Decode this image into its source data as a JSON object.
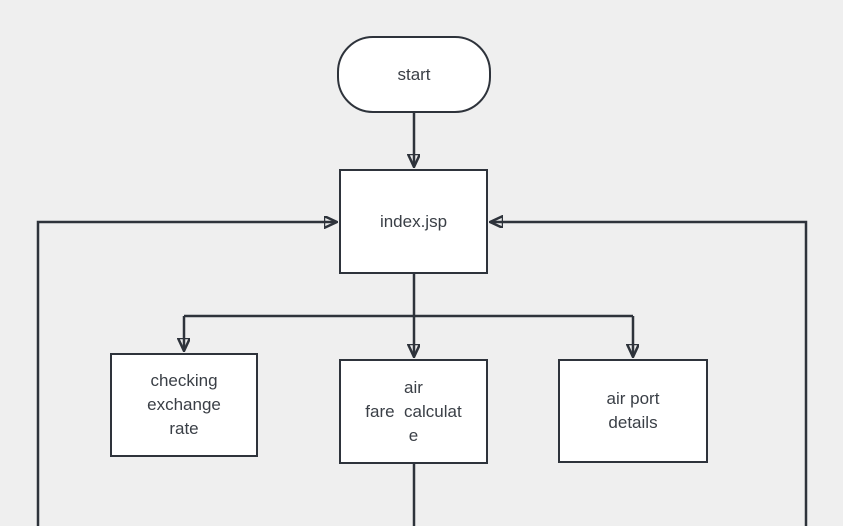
{
  "diagram": {
    "type": "flowchart",
    "colors": {
      "background": "#efefef",
      "stroke": "#2e333b",
      "node_fill": "#ffffff",
      "text": "#3a3f46"
    },
    "nodes": {
      "start": {
        "shape": "terminator",
        "label": "start",
        "lines": [
          "start"
        ]
      },
      "index_jsp": {
        "shape": "process",
        "label": "index.jsp",
        "lines": [
          "index.jsp"
        ]
      },
      "checking_exchange_rate": {
        "shape": "process",
        "label": "checking exchange rate",
        "lines": [
          "checking",
          "exchange",
          "rate"
        ]
      },
      "air_fare_calculate": {
        "shape": "process",
        "label": "air fare  calculate",
        "lines": [
          "air",
          "fare  calculat",
          "e"
        ]
      },
      "air_port_details": {
        "shape": "process",
        "label": "air port details",
        "lines": [
          "air port",
          "details"
        ]
      }
    },
    "edges": [
      {
        "from": "start",
        "to": "index_jsp",
        "arrow": true
      },
      {
        "from": "index_jsp",
        "to": "checking_exchange_rate",
        "arrow": true
      },
      {
        "from": "index_jsp",
        "to": "air_fare_calculate",
        "arrow": true
      },
      {
        "from": "index_jsp",
        "to": "air_port_details",
        "arrow": true
      },
      {
        "from": "offscreen-bottom-left",
        "to": "index_jsp",
        "arrow": true
      },
      {
        "from": "offscreen-bottom-right",
        "to": "index_jsp",
        "arrow": true
      },
      {
        "from": "air_fare_calculate",
        "to": "offscreen-bottom",
        "arrow": false
      }
    ]
  }
}
